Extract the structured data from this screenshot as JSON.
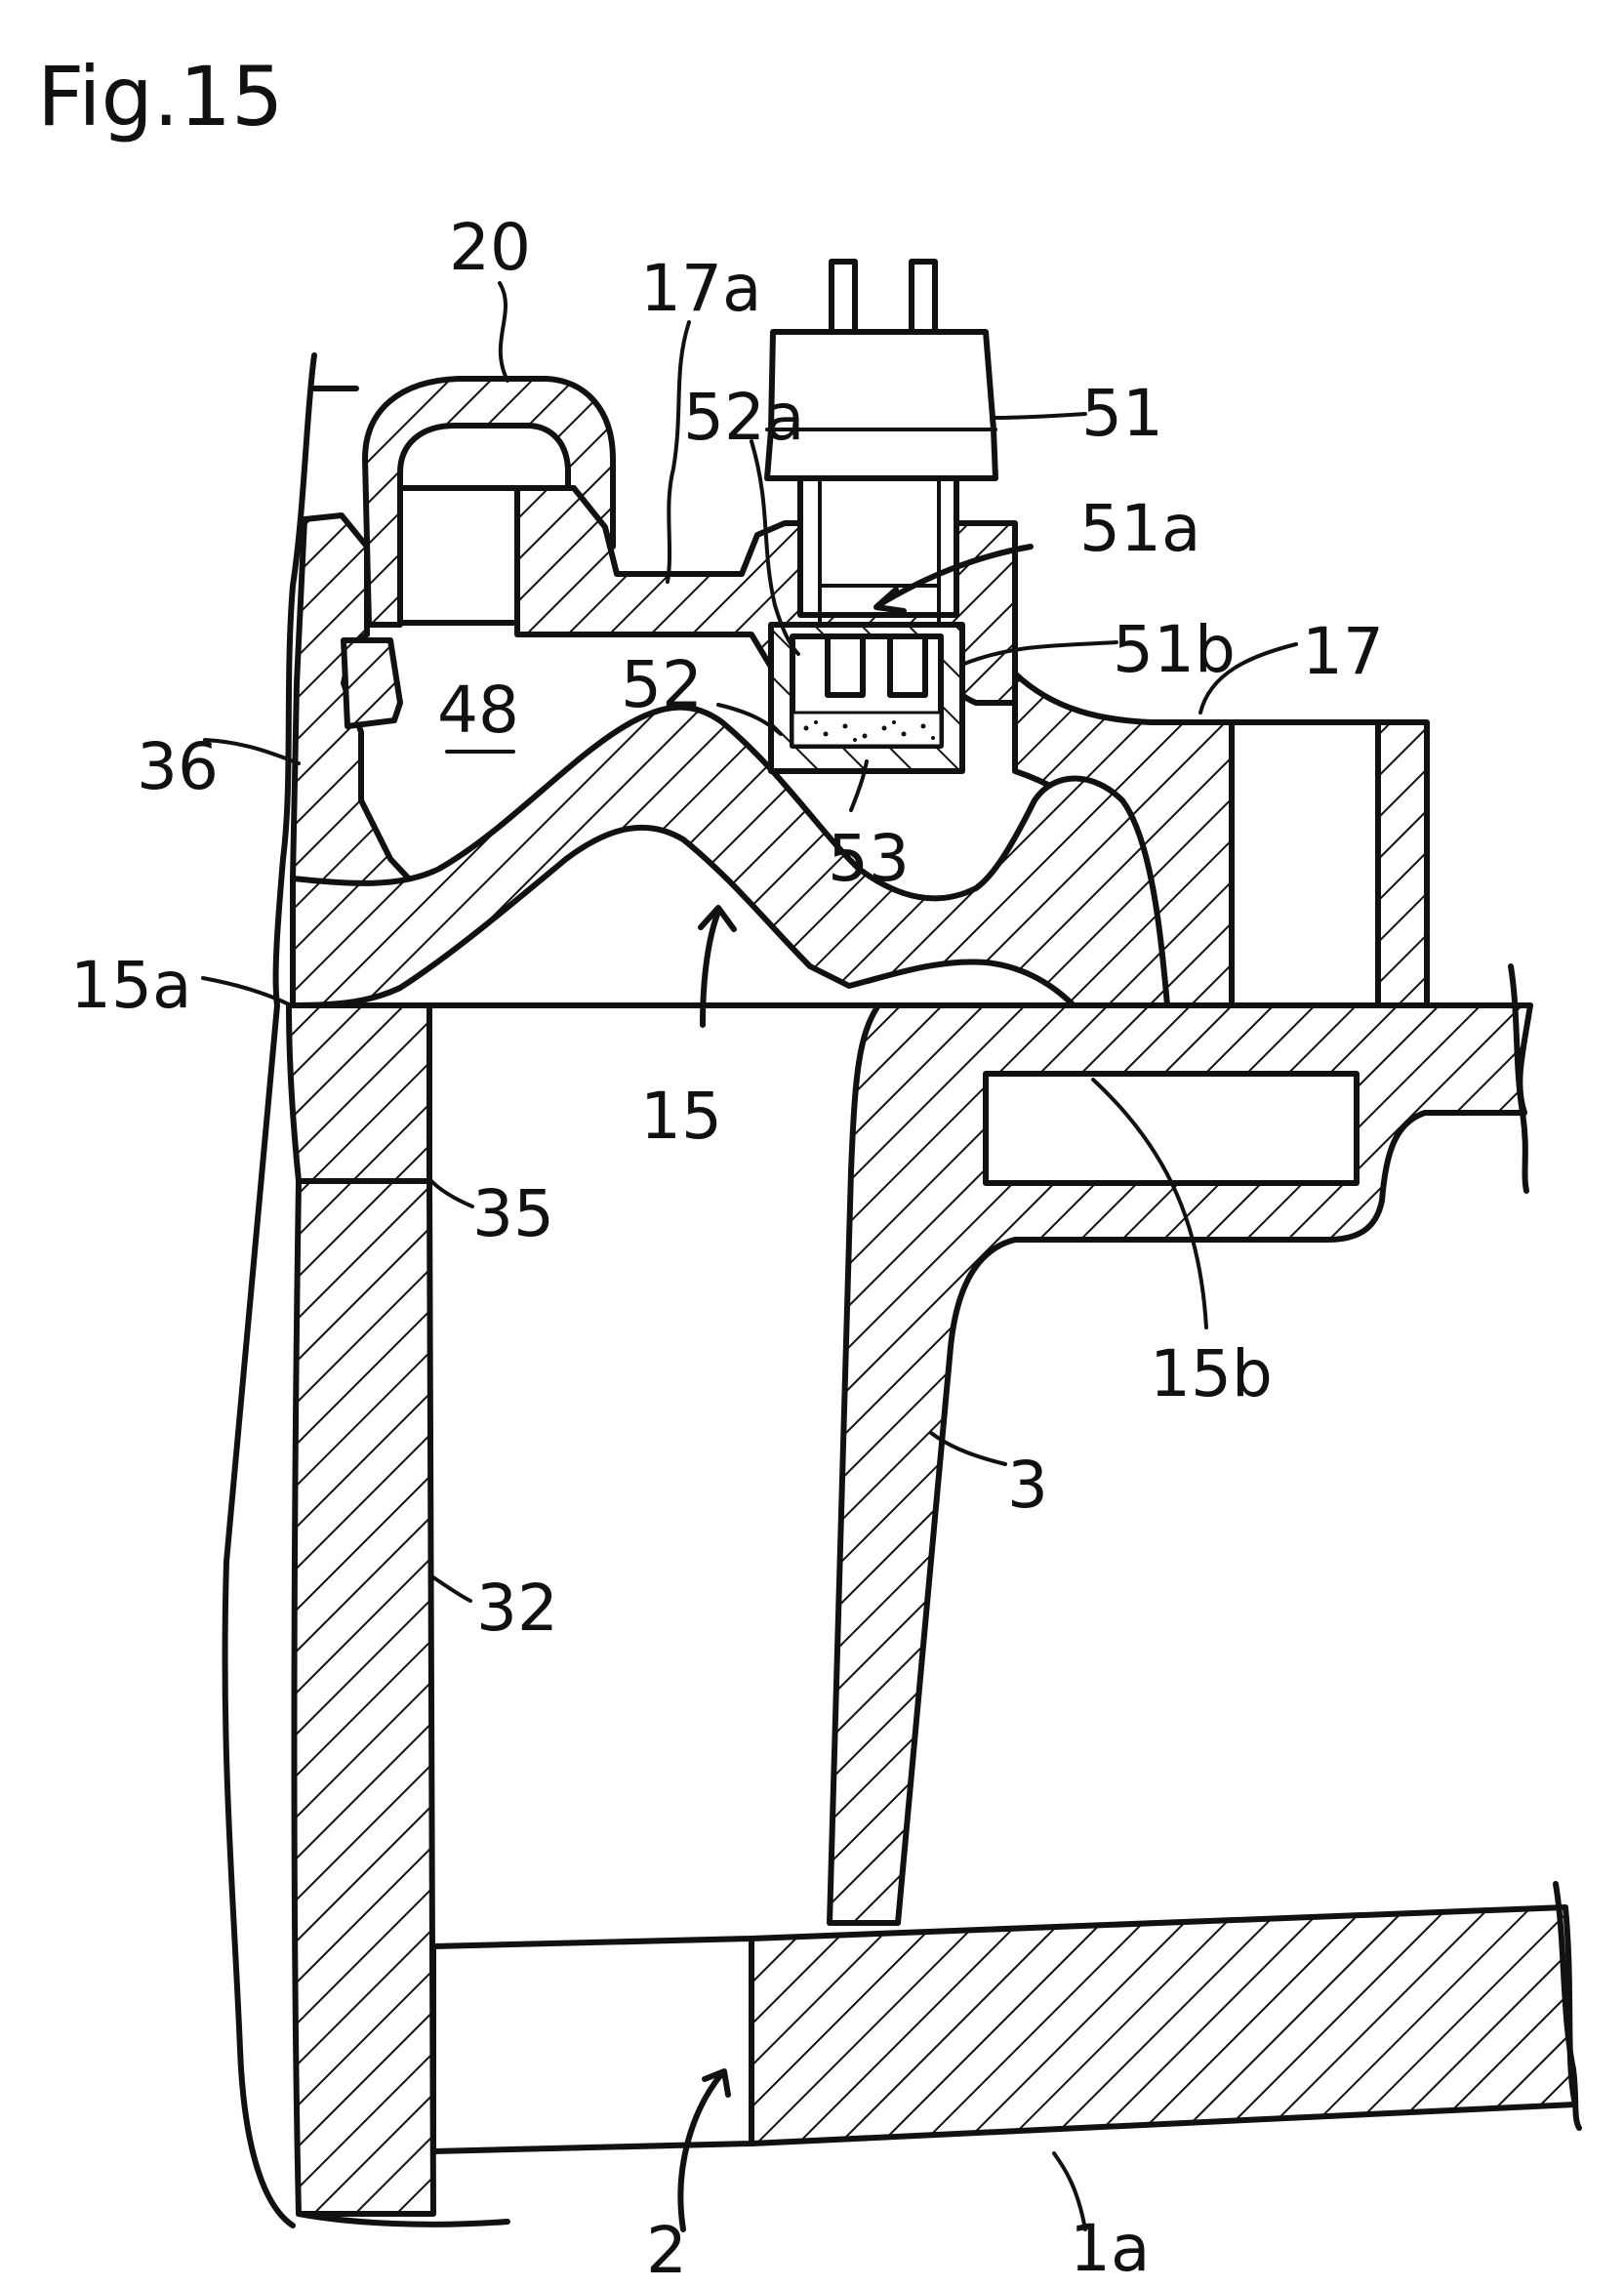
{
  "figure": {
    "title": "Fig.15"
  },
  "labels": {
    "l20": "20",
    "l17a": "17a",
    "l52a": "52a",
    "l51": "51",
    "l51a": "51a",
    "l51b": "51b",
    "l17": "17",
    "l48": "48",
    "l52": "52",
    "l36": "36",
    "l53": "53",
    "l15a": "15a",
    "l15": "15",
    "l35": "35",
    "l15b": "15b",
    "l3": "3",
    "l32": "32",
    "l2": "2",
    "l1a": "1a"
  },
  "colors": {
    "ink": "#111111",
    "paper": "#ffffff",
    "sealant": "#9a9a9a"
  }
}
